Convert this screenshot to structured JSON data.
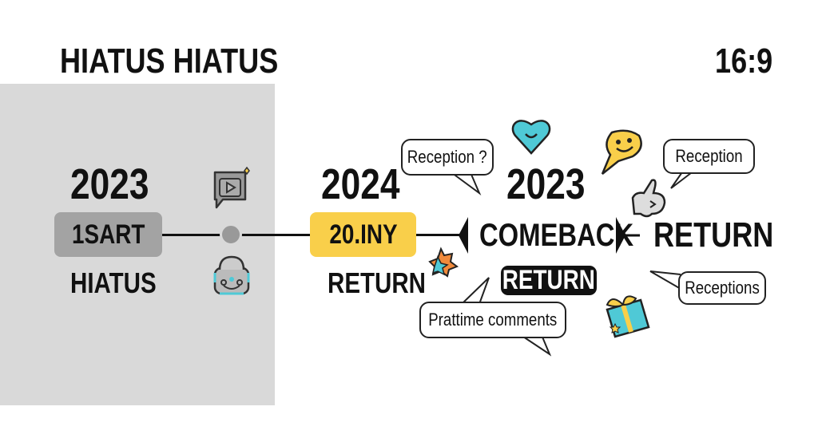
{
  "header": {
    "title": "HIATUS HIATUS",
    "aspect_ratio": "16:9"
  },
  "timeline": {
    "stage1": {
      "year": "2023",
      "box": "1SART",
      "label": "HIATUS"
    },
    "stage2": {
      "year": "2024",
      "box": "20.INY",
      "label": "RETURN"
    },
    "stage3": {
      "year": "2023",
      "center": "COMEBACK",
      "pill": "RETURN",
      "right": "RETURN"
    }
  },
  "bubbles": {
    "b1": "Reception ?",
    "b2": "Reception",
    "b3": "Receptions",
    "b4": "Prattime comments"
  },
  "colors": {
    "panel": "#d9d9d9",
    "gray_box": "#a3a3a3",
    "yellow": "#f9cf4a",
    "teal": "#4fc9d6",
    "black": "#111111"
  }
}
